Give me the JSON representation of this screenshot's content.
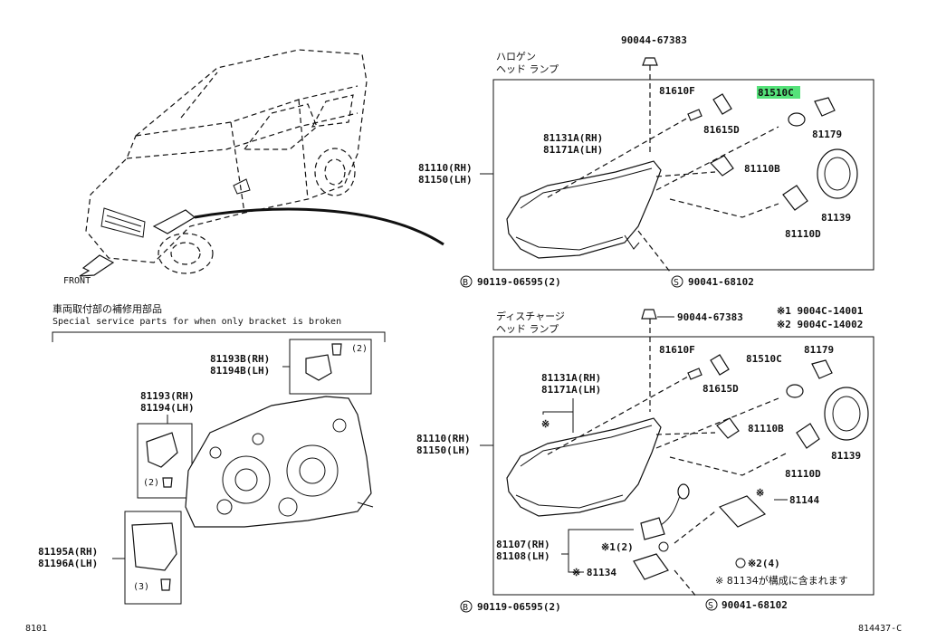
{
  "labels": {
    "front": "FRONT",
    "halogen_line1": "ハロゲン",
    "halogen_line2": "ヘッド ランプ",
    "discharge_line1": "ディスチャージ",
    "discharge_line2": "ヘッド ランプ",
    "special_jp": "車両取付部の補修用部品",
    "special_en": "Special service parts for when only bracket is broken",
    "note1": "※1  9004C-14001",
    "note2": "※2  9004C-14002",
    "note_bottom": "※  81134が構成に含まれます",
    "page_left": "8101",
    "page_right": "814437-C"
  },
  "halogen": {
    "p_90044_top": "90044-67383",
    "p_81610F": "81610F",
    "p_81510C": "81510C",
    "p_81615D": "81615D",
    "p_81179": "81179",
    "p_81131A": "81131A(RH)",
    "p_81171A": "81171A(LH)",
    "p_81110RH": "81110(RH)",
    "p_81150LH": "81150(LH)",
    "p_81110B": "81110B",
    "p_81139": "81139",
    "p_81110D": "81110D",
    "p_90119": "90119-06595(2)",
    "p_90041": "90041-68102",
    "badge_b": "B",
    "badge_s": "S"
  },
  "discharge": {
    "p_90044_top": "90044-67383",
    "p_81610F": "81610F",
    "p_81510C": "81510C",
    "p_81179": "81179",
    "p_81615D": "81615D",
    "p_81131A": "81131A(RH)",
    "p_81171A": "81171A(LH)",
    "mark": "※",
    "p_81110RH": "81110(RH)",
    "p_81150LH": "81150(LH)",
    "p_81110B": "81110B",
    "p_81139": "81139",
    "p_81110D": "81110D",
    "p_81144": "81144",
    "mark_81144": "※",
    "p_81107": "81107(RH)",
    "p_81108": "81108(LH)",
    "p_s1": "※1(2)",
    "p_81134": "※ 81134",
    "p_s2": "※2(4)",
    "p_90119": "90119-06595(2)",
    "p_90041": "90041-68102",
    "badge_b": "B",
    "badge_s": "S"
  },
  "bracket": {
    "p_81193B": "81193B(RH)",
    "p_81194B": "81194B(LH)",
    "p_81193": "81193(RH)",
    "p_81194": "81194(LH)",
    "p_81195A": "81195A(RH)",
    "p_81196A": "81196A(LH)",
    "qty2_top": "(2)",
    "qty2_mid": "(2)",
    "qty3": "(3)"
  },
  "colors": {
    "highlight": "#55e27a",
    "ink": "#111111"
  }
}
